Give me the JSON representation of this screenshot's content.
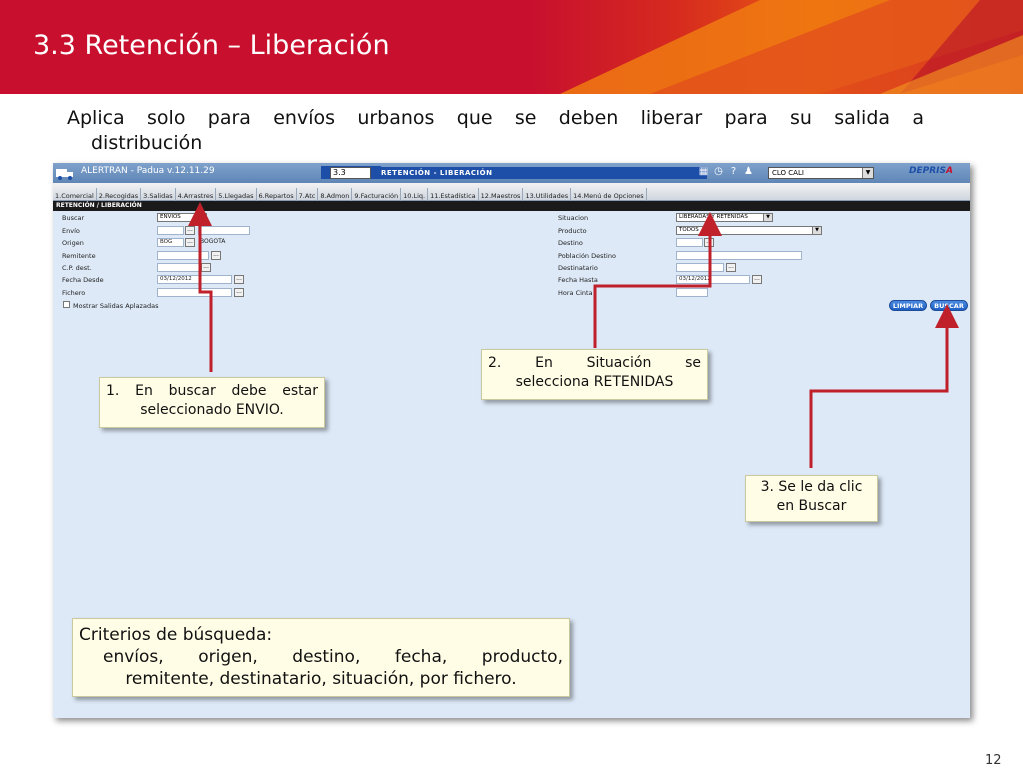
{
  "slide": {
    "title": "3.3 Retención – Liberación",
    "intro_line1": "Aplica solo para envíos urbanos que se deben liberar para su salida a",
    "intro_line2": "distribución",
    "page_number": "12"
  },
  "app": {
    "name": "ALERTRAN - Padua  v.12.11.29",
    "code": "3.3",
    "screen_title": "RETENCIÓN - LIBERACIÓN",
    "office": "CLO CALI",
    "brand": "DEPRIS",
    "brand_accent": "A",
    "menu": [
      "1.Comercial",
      "2.Recogidas",
      "3.Salidas",
      "4.Arrastres",
      "5.Llegadas",
      "6.Repartos",
      "7.Atc",
      "8.Admon",
      "9.Facturación",
      "10.Liq.",
      "11.Estadística",
      "12.Maestros",
      "13.Utilidades",
      "14.Menú de Opciones"
    ],
    "section_title": "RETENCIÓN / LIBERACIÓN",
    "left_form": {
      "buscar_label": "Buscar",
      "buscar_value": "ENVIOS",
      "envio_label": "Envío",
      "origen_label": "Origen",
      "origen_code": "BOG",
      "origen_name": "BOGOTA",
      "remitente_label": "Remitente",
      "cp_label": "C.P. dest.",
      "fecha_desde_label": "Fecha Desde",
      "fecha_desde_value": "03/12/2012",
      "fichero_label": "Fichero",
      "mostrar_label": "Mostrar Salidas Aplazadas"
    },
    "right_form": {
      "situacion_label": "Situacion",
      "situacion_value": "LIBERADAS Y RETENIDAS",
      "producto_label": "Producto",
      "producto_value": "TODOS",
      "destino_label": "Destino",
      "poblacion_label": "Población Destino",
      "destinatario_label": "Destinatario",
      "fecha_hasta_label": "Fecha Hasta",
      "fecha_hasta_value": "03/12/2012",
      "hora_cinta_label": "Hora Cinta"
    },
    "buttons": {
      "limpiar": "LIMPIAR",
      "buscar": "BUSCAR"
    },
    "ellipsis": "..."
  },
  "callouts": {
    "c1_line1": "1. En buscar debe estar",
    "c1_line2": "seleccionado ENVIO.",
    "c2_line1": "2.   En   Situación   se",
    "c2_line2": "selecciona RETENIDAS",
    "c3_line1": "3. Se le da clic",
    "c3_line2": "en Buscar",
    "c4_line1": "Criterios de búsqueda:",
    "c4_line2": "envíos, origen, destino, fecha, producto,",
    "c4_line3": "remitente, destinatario, situación, por fichero."
  },
  "colors": {
    "header_red": "#c8102e",
    "header_orange": "#e85a12",
    "arrow_red": "#c0202a",
    "app_blue": "#1e4fa8"
  }
}
